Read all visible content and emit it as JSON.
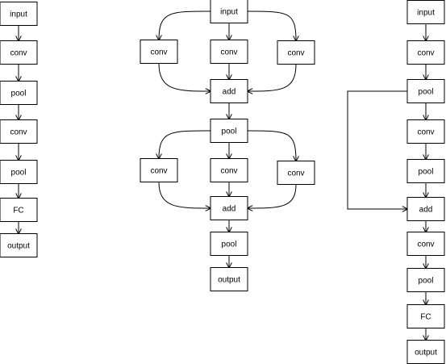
{
  "colors": {
    "stroke": "#000000",
    "fill": "#ffffff",
    "text": "#000000"
  },
  "diagrams": [
    {
      "nodes": [
        {
          "id": "a_input",
          "label": "input"
        },
        {
          "id": "a_conv1",
          "label": "conv"
        },
        {
          "id": "a_pool1",
          "label": "pool"
        },
        {
          "id": "a_conv2",
          "label": "conv"
        },
        {
          "id": "a_pool2",
          "label": "pool"
        },
        {
          "id": "a_fc",
          "label": "FC"
        },
        {
          "id": "a_output",
          "label": "output"
        }
      ]
    },
    {
      "nodes": [
        {
          "id": "b_input",
          "label": "input"
        },
        {
          "id": "b_conv_l1",
          "label": "conv"
        },
        {
          "id": "b_conv_m1",
          "label": "conv"
        },
        {
          "id": "b_conv_r1",
          "label": "conv"
        },
        {
          "id": "b_add1",
          "label": "add"
        },
        {
          "id": "b_pool1",
          "label": "pool"
        },
        {
          "id": "b_conv_l2",
          "label": "conv"
        },
        {
          "id": "b_conv_m2",
          "label": "conv"
        },
        {
          "id": "b_conv_r2",
          "label": "conv"
        },
        {
          "id": "b_add2",
          "label": "add"
        },
        {
          "id": "b_pool2",
          "label": "pool"
        },
        {
          "id": "b_output",
          "label": "output"
        }
      ]
    },
    {
      "nodes": [
        {
          "id": "c_input",
          "label": "input"
        },
        {
          "id": "c_conv1",
          "label": "conv"
        },
        {
          "id": "c_pool1",
          "label": "pool"
        },
        {
          "id": "c_conv2",
          "label": "conv"
        },
        {
          "id": "c_pool2",
          "label": "pool"
        },
        {
          "id": "c_add",
          "label": "add"
        },
        {
          "id": "c_conv3",
          "label": "conv"
        },
        {
          "id": "c_pool3",
          "label": "pool"
        },
        {
          "id": "c_fc",
          "label": "FC"
        },
        {
          "id": "c_output",
          "label": "output"
        }
      ]
    }
  ]
}
